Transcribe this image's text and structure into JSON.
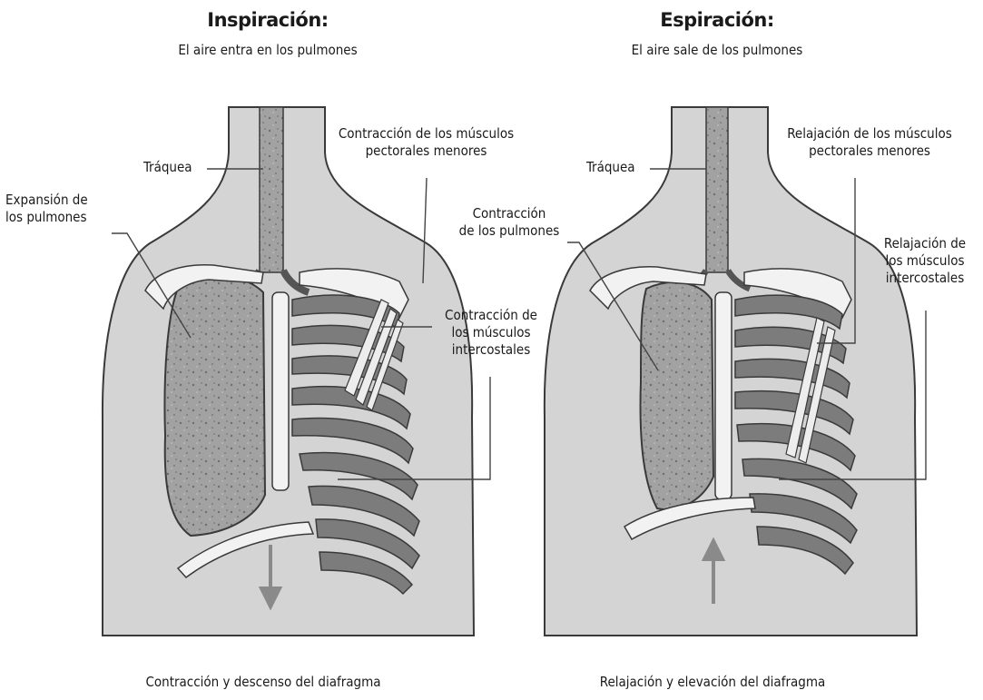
{
  "left_panel": {
    "title": "Inspiración:",
    "subtitle": "El aire entra en los pulmones",
    "labels": {
      "traquea": "Tráquea",
      "expansion": [
        "Expansión de",
        "los pulmones"
      ],
      "pectorales": [
        "Contracción de los músculos",
        "pectorales menores"
      ],
      "intercostales": [
        "Contracción de",
        "los músculos",
        "intercostales"
      ]
    },
    "caption": "Contracción y descenso del diafragma"
  },
  "right_panel": {
    "title": "Espiración:",
    "subtitle": "El aire sale de los pulmones",
    "labels": {
      "traquea": "Tráquea",
      "contraccion_pulmones": [
        "Contracción",
        "de los pulmones"
      ],
      "pectorales": [
        "Relajación de los músculos",
        "pectorales menores"
      ],
      "intercostales": [
        "Relajación de",
        "los músculos",
        "intercostales"
      ]
    },
    "caption": "Relajación y elevación del diafragma"
  },
  "colors": {
    "body": "#d4d4d4",
    "outline": "#3a3a3a",
    "lung": "#9a9a9a",
    "rib_band": "#7c7c7c",
    "bone": "#f2f2f2",
    "arrow": "#8a8a8a"
  }
}
